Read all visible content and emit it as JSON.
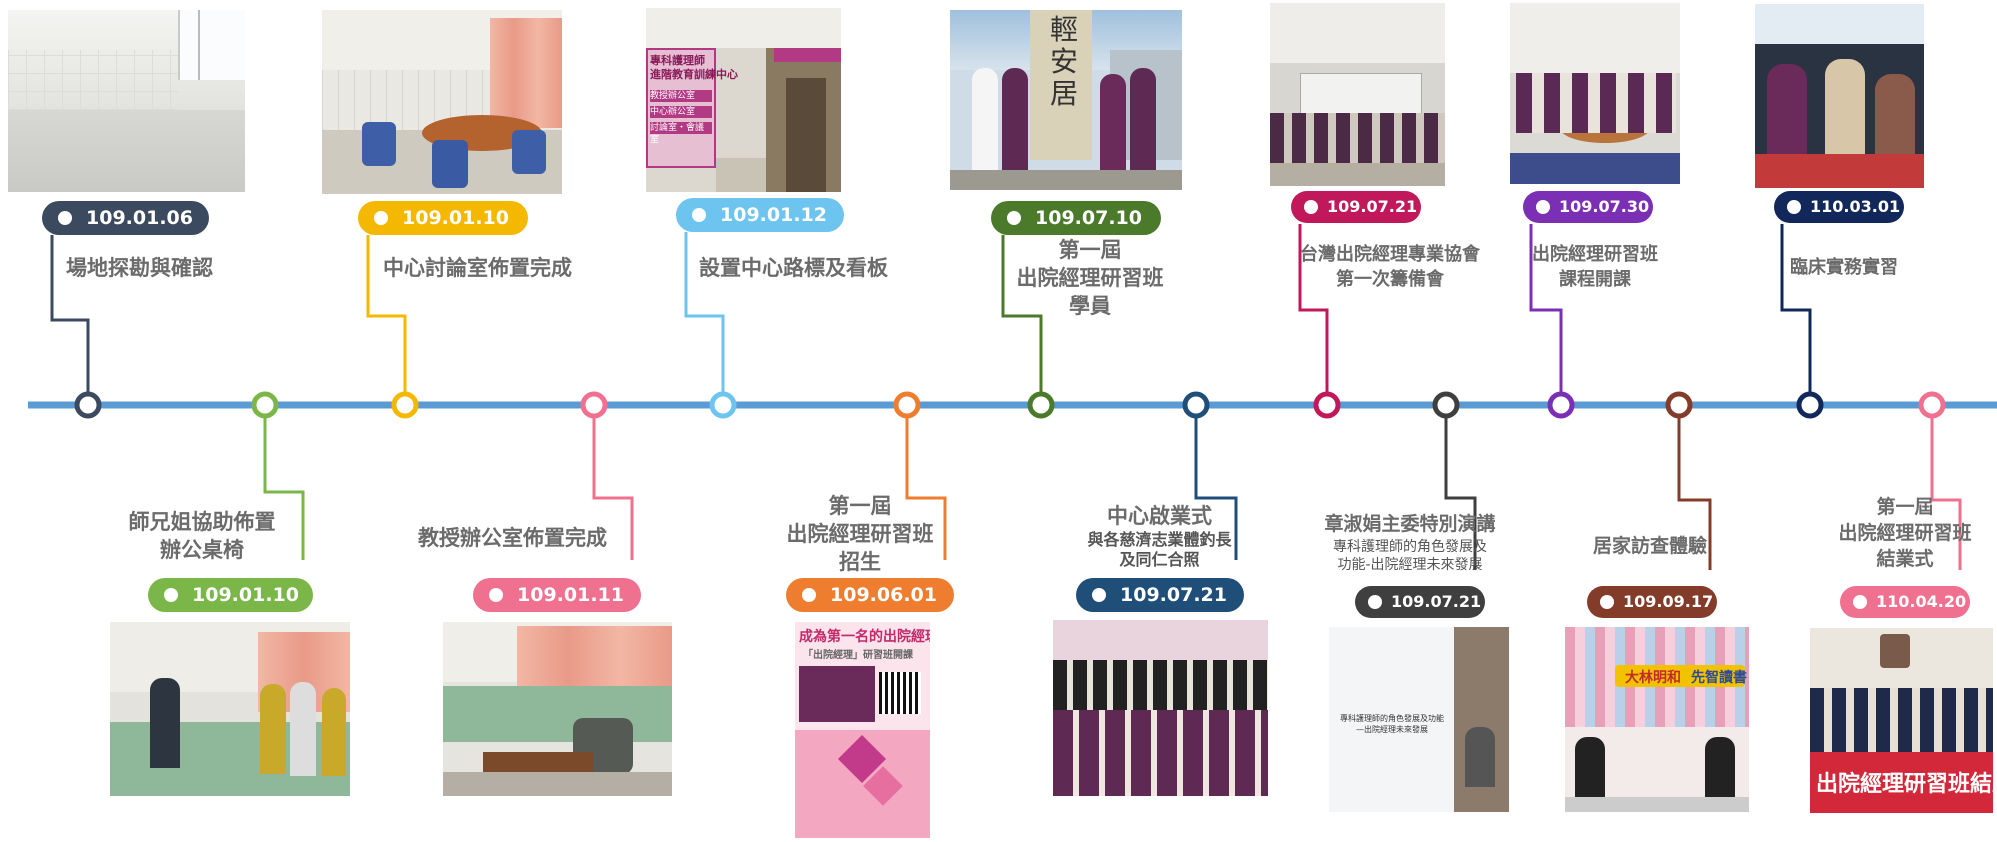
{
  "timeline": {
    "colors": {
      "line": "#5b9bd5"
    },
    "milestones": [
      {
        "date": "109.01.06",
        "label": [
          "場地探勘與確認"
        ],
        "color": "#3b4a5e",
        "side": "top"
      },
      {
        "date": "109.01.10",
        "label": [
          "師兄姐協助佈置",
          "辦公桌椅"
        ],
        "color": "#7ab648",
        "side": "bottom"
      },
      {
        "date": "109.01.10",
        "label": [
          "中心討論室佈置完成"
        ],
        "color": "#f5b800",
        "side": "top"
      },
      {
        "date": "109.01.11",
        "label": [
          "教授辦公室佈置完成"
        ],
        "color": "#f07090",
        "side": "bottom"
      },
      {
        "date": "109.01.12",
        "label": [
          "設置中心路標及看板"
        ],
        "color": "#6cc4ef",
        "side": "top"
      },
      {
        "date": "109.06.01",
        "label": [
          "第一屆",
          "出院經理研習班",
          "招生"
        ],
        "color": "#ee7d2f",
        "side": "bottom"
      },
      {
        "date": "109.07.10",
        "label": [
          "第一屆",
          "出院經理研習班",
          "學員"
        ],
        "color": "#4a7a2a",
        "side": "top"
      },
      {
        "date": "109.07.21",
        "label": [
          "中心啟業式"
        ],
        "sublabel": [
          "與各慈濟志業體釣長",
          "及同仁合照"
        ],
        "color": "#1f4e79",
        "side": "bottom"
      },
      {
        "date": "109.07.21",
        "label": [
          "台灣出院經理專業協會",
          "第一次籌備會"
        ],
        "color": "#c0185a",
        "side": "top"
      },
      {
        "date": "109.07.21",
        "label": [
          "章淑娟主委特別演講"
        ],
        "sublabel": [
          "專科護理師的角色發展及",
          "功能-出院經理未來發展"
        ],
        "color": "#3f3f3f",
        "side": "bottom"
      },
      {
        "date": "109.07.30",
        "label": [
          "出院經理研習班",
          "課程開課"
        ],
        "color": "#7b2fb5",
        "side": "top"
      },
      {
        "date": "109.09.17",
        "label": [
          "居家訪查體驗"
        ],
        "color": "#843c2a",
        "side": "bottom"
      },
      {
        "date": "110.03.01",
        "label": [
          "臨床實務實習"
        ],
        "color": "#12285a",
        "side": "top"
      },
      {
        "date": "110.04.20",
        "label": [
          "第一屆",
          "出院經理研習班",
          "結業式"
        ],
        "color": "#f07090",
        "side": "bottom"
      }
    ]
  },
  "photos": {
    "sign_text": [
      "專科護理師",
      "進階教育訓練中心"
    ],
    "sign_items": [
      "教授辦公室",
      "中心辦公室",
      "討論室・會議室"
    ],
    "calligraphy": "輕安居",
    "poster_title": "成為第一名的出院經理",
    "poster_subtitle": "「出院經理」研習班開課",
    "lecture_slide": [
      "專科護理師的角色發展及功能",
      "—出院經理未來發展"
    ],
    "banner_left": "大林明和",
    "banner_right": "先智讀書",
    "graduation_banner": "出院經理研習班結業式"
  }
}
